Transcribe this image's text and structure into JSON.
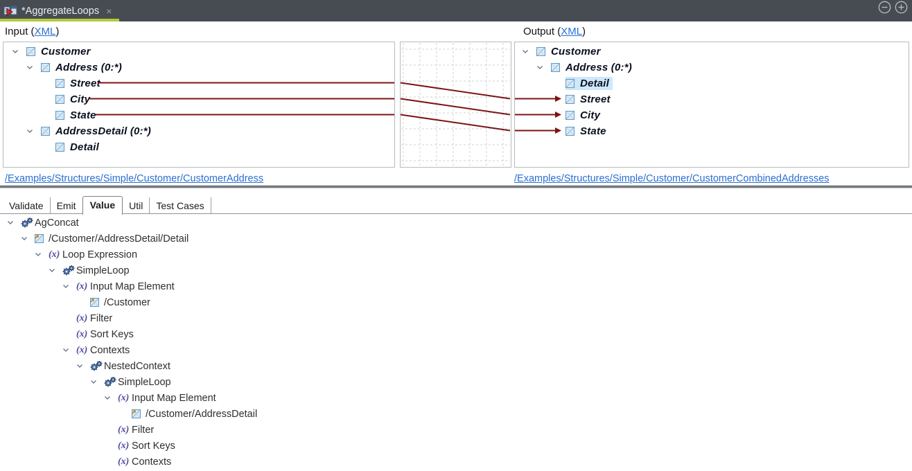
{
  "colors": {
    "header_bg": "#474c52",
    "active_tab_accent": "#b3c93a",
    "mapping_line": "#7c1315",
    "link_blue": "#2a6fd2",
    "selection_bg": "#cde8fa"
  },
  "doc_tab": {
    "title": "*AggregateLoops",
    "close_glyph": "×"
  },
  "window_controls": {
    "minus_glyph": "−",
    "plus_glyph": "+"
  },
  "input_header": {
    "prefix": "Input (",
    "link": "XML",
    "suffix": ")"
  },
  "output_header": {
    "prefix": "Output (",
    "link": "XML",
    "suffix": ")"
  },
  "input_tree": {
    "rows": [
      {
        "label": "Customer",
        "level": 0,
        "exp": true,
        "icon": "element"
      },
      {
        "label": "Address (0:*)",
        "level": 1,
        "exp": true,
        "icon": "element"
      },
      {
        "label": "Street",
        "level": 2,
        "exp": false,
        "icon": "element"
      },
      {
        "label": "City",
        "level": 2,
        "exp": false,
        "icon": "element"
      },
      {
        "label": "State",
        "level": 2,
        "exp": false,
        "icon": "element"
      },
      {
        "label": "AddressDetail (0:*)",
        "level": 1,
        "exp": true,
        "icon": "element"
      },
      {
        "label": "Detail",
        "level": 2,
        "exp": false,
        "icon": "element"
      }
    ]
  },
  "output_tree": {
    "rows": [
      {
        "label": "Customer",
        "level": 0,
        "exp": true,
        "icon": "element"
      },
      {
        "label": "Address (0:*)",
        "level": 1,
        "exp": true,
        "icon": "element"
      },
      {
        "label": "Detail",
        "level": 2,
        "exp": false,
        "icon": "element",
        "selected": true
      },
      {
        "label": "Street",
        "level": 2,
        "exp": false,
        "icon": "element"
      },
      {
        "label": "City",
        "level": 2,
        "exp": false,
        "icon": "element"
      },
      {
        "label": "State",
        "level": 2,
        "exp": false,
        "icon": "element"
      }
    ]
  },
  "connections": [
    {
      "from": "/Customer/Address/Street",
      "to": "/Customer/Address/Street"
    },
    {
      "from": "/Customer/Address/City",
      "to": "/Customer/Address/City"
    },
    {
      "from": "/Customer/Address/State",
      "to": "/Customer/Address/State"
    }
  ],
  "structure_links": {
    "input": "/Examples/Structures/Simple/Customer/CustomerAddress",
    "output": "/Examples/Structures/Simple/Customer/CustomerCombinedAddresses"
  },
  "tabs": [
    {
      "label": "Validate",
      "selected": false
    },
    {
      "label": "Emit",
      "selected": false
    },
    {
      "label": "Value",
      "selected": true
    },
    {
      "label": "Util",
      "selected": false
    },
    {
      "label": "Test Cases",
      "selected": false
    }
  ],
  "value_tree": {
    "rows": [
      {
        "label": "AgConcat",
        "level": 0,
        "exp": true,
        "icon": "gears"
      },
      {
        "label": "/Customer/AddressDetail/Detail",
        "level": 1,
        "exp": true,
        "icon": "element-ref"
      },
      {
        "label": "Loop Expression",
        "level": 2,
        "exp": true,
        "icon": "fx"
      },
      {
        "label": "SimpleLoop",
        "level": 3,
        "exp": true,
        "icon": "gears"
      },
      {
        "label": "Input Map Element",
        "level": 4,
        "exp": true,
        "icon": "fx"
      },
      {
        "label": "/Customer",
        "level": 5,
        "exp": false,
        "icon": "element-ref"
      },
      {
        "label": "Filter",
        "level": 4,
        "exp": false,
        "icon": "fx"
      },
      {
        "label": "Sort Keys",
        "level": 4,
        "exp": false,
        "icon": "fx"
      },
      {
        "label": "Contexts",
        "level": 4,
        "exp": true,
        "icon": "fx"
      },
      {
        "label": "NestedContext",
        "level": 5,
        "exp": true,
        "icon": "gears"
      },
      {
        "label": "SimpleLoop",
        "level": 6,
        "exp": true,
        "icon": "gears"
      },
      {
        "label": "Input Map Element",
        "level": 7,
        "exp": true,
        "icon": "fx"
      },
      {
        "label": "/Customer/AddressDetail",
        "level": 8,
        "exp": false,
        "icon": "element-ref"
      },
      {
        "label": "Filter",
        "level": 7,
        "exp": false,
        "icon": "fx"
      },
      {
        "label": "Sort Keys",
        "level": 7,
        "exp": false,
        "icon": "fx"
      },
      {
        "label": "Contexts",
        "level": 7,
        "exp": false,
        "icon": "fx"
      }
    ]
  }
}
